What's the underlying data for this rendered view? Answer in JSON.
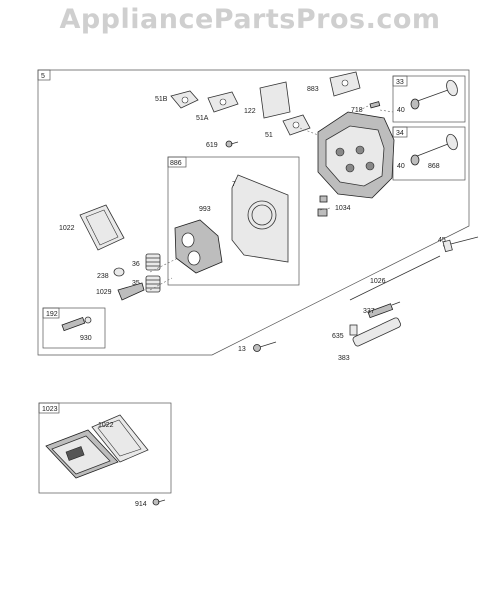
{
  "watermark": "AppliancePartsPros.com",
  "group_labels": {
    "main": "5",
    "valve_a": "33",
    "valve_b": "34",
    "gasket_set": "886",
    "fitting": "192",
    "cover_kit": "1023"
  },
  "part_labels": {
    "p51b": "51B",
    "p51a": "51A",
    "p122": "122",
    "p883": "883",
    "p718": "718",
    "p40a": "40",
    "p40b": "40",
    "p868": "868",
    "p619": "619",
    "p51": "51",
    "p7": "7",
    "p993": "993",
    "p1034": "1034",
    "p1022a": "1022",
    "p45": "45",
    "p36": "36",
    "p238": "238",
    "p35": "35",
    "p1029": "1029",
    "p1026": "1026",
    "p337": "337",
    "p930": "930",
    "p635": "635",
    "p13": "13",
    "p383": "383",
    "p1022b": "1022",
    "p914": "914"
  }
}
